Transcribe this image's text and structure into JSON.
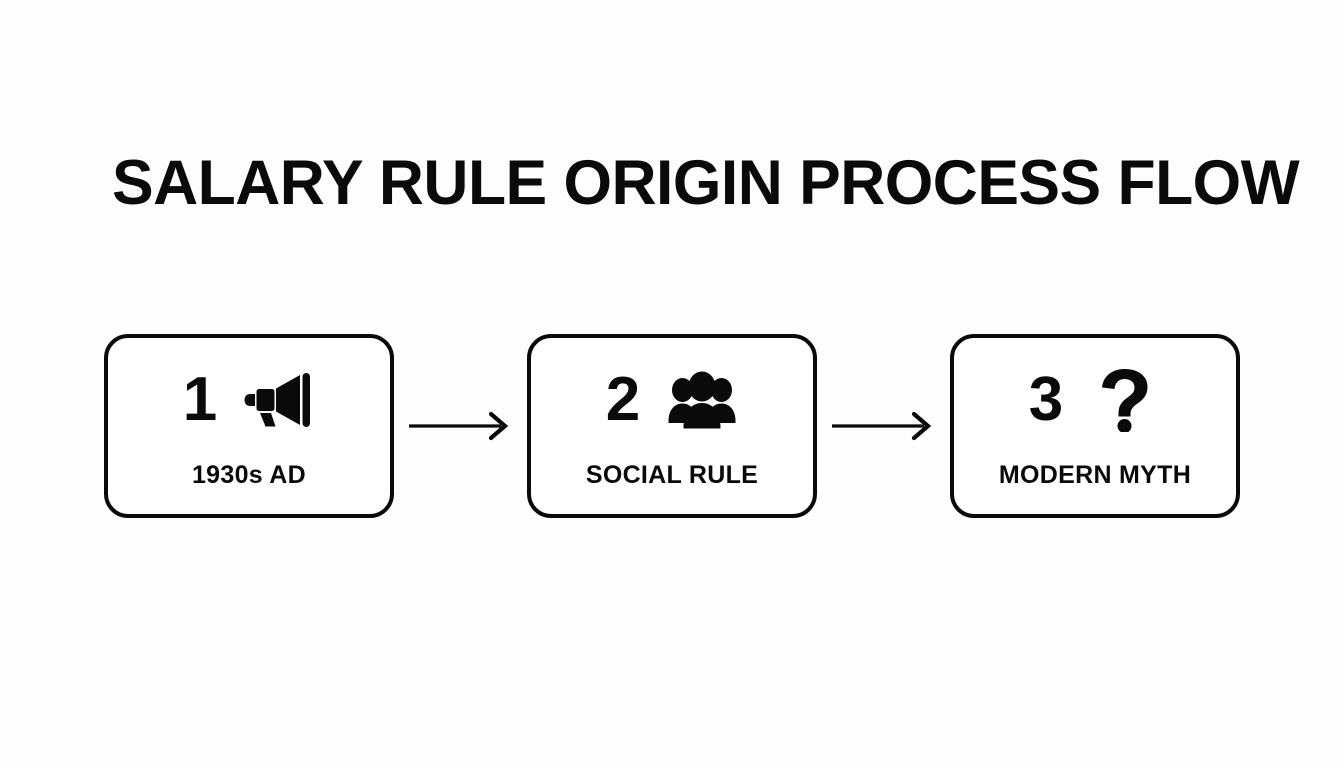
{
  "title": "SALARY RULE ORIGIN PROCESS FLOW",
  "theme": {
    "background": "#fdfdfd",
    "ink": "#0a0a0a",
    "box_fill": "#ffffff",
    "border": "#0a0a0a"
  },
  "flow": {
    "type": "process-flow",
    "direction": "left-to-right",
    "steps": [
      {
        "number": "1",
        "icon": "megaphone-icon",
        "label": "1930s AD"
      },
      {
        "number": "2",
        "icon": "users-group-icon",
        "label": "SOCIAL RULE"
      },
      {
        "number": "3",
        "icon": "question-mark-icon",
        "label": "MODERN MYTH"
      }
    ],
    "connectors": [
      {
        "icon": "arrow-right-icon",
        "from": "1",
        "to": "2"
      },
      {
        "icon": "arrow-right-icon",
        "from": "2",
        "to": "3"
      }
    ]
  }
}
